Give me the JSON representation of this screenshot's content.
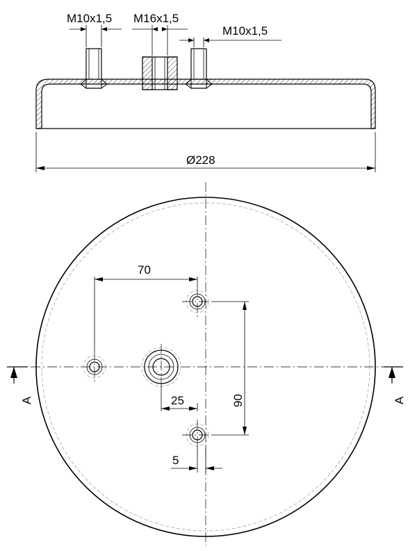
{
  "section_view": {
    "thread_left": "M10x1,5",
    "thread_center": "M16x1,5",
    "thread_right": "M10x1,5",
    "diameter": "Ø228"
  },
  "plan_view": {
    "dim_horizontal_70": "70",
    "dim_vertical_90": "90",
    "dim_offset_25": "25",
    "dim_offset_5": "5",
    "section_label_left": "A",
    "section_label_right": "A"
  }
}
